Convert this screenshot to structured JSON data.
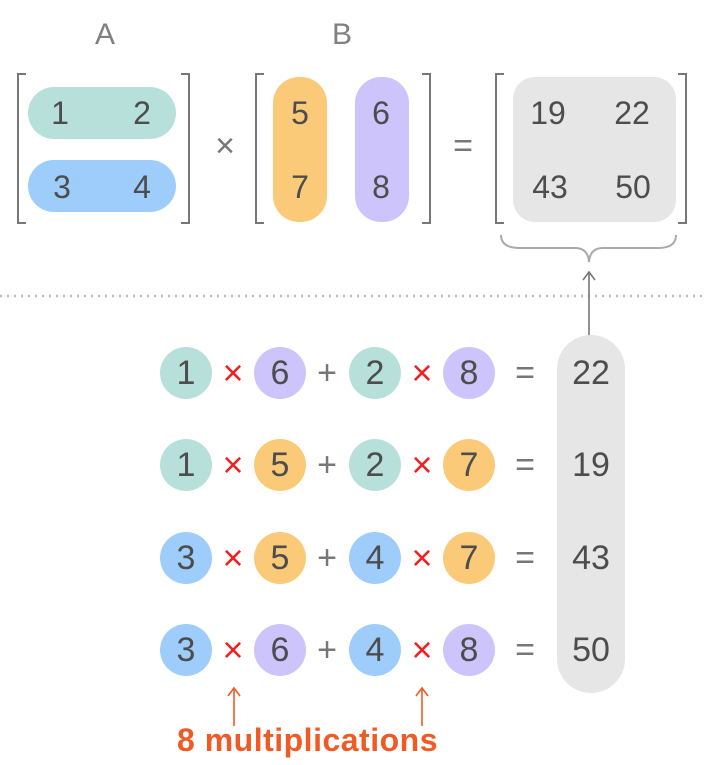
{
  "labels": {
    "a": "A",
    "b": "B"
  },
  "matrix_a": [
    [
      "1",
      "2"
    ],
    [
      "3",
      "4"
    ]
  ],
  "matrix_b": [
    [
      "5",
      "6"
    ],
    [
      "7",
      "8"
    ]
  ],
  "matrix_c": [
    [
      "19",
      "22"
    ],
    [
      "43",
      "50"
    ]
  ],
  "operators": {
    "times": "×",
    "equals": "=",
    "plus": "+"
  },
  "equations": [
    {
      "a1": "1",
      "b1": "6",
      "a2": "2",
      "b2": "8",
      "result": "22",
      "ca": "row1",
      "cb": "col2"
    },
    {
      "a1": "1",
      "b1": "5",
      "a2": "2",
      "b2": "7",
      "result": "19",
      "ca": "row1",
      "cb": "col1"
    },
    {
      "a1": "3",
      "b1": "5",
      "a2": "4",
      "b2": "7",
      "result": "43",
      "ca": "row2",
      "cb": "col1"
    },
    {
      "a1": "3",
      "b1": "6",
      "a2": "4",
      "b2": "8",
      "result": "50",
      "ca": "row2",
      "cb": "col2"
    }
  ],
  "caption": "8 multiplications",
  "colors": {
    "row1": "#b8e0db",
    "row2": "#9ecdfc",
    "col1": "#fbca78",
    "col2": "#cdc4fc",
    "result_bg": "#e6e6e6",
    "accent": "#f05a24",
    "mult": "#ee2222"
  }
}
